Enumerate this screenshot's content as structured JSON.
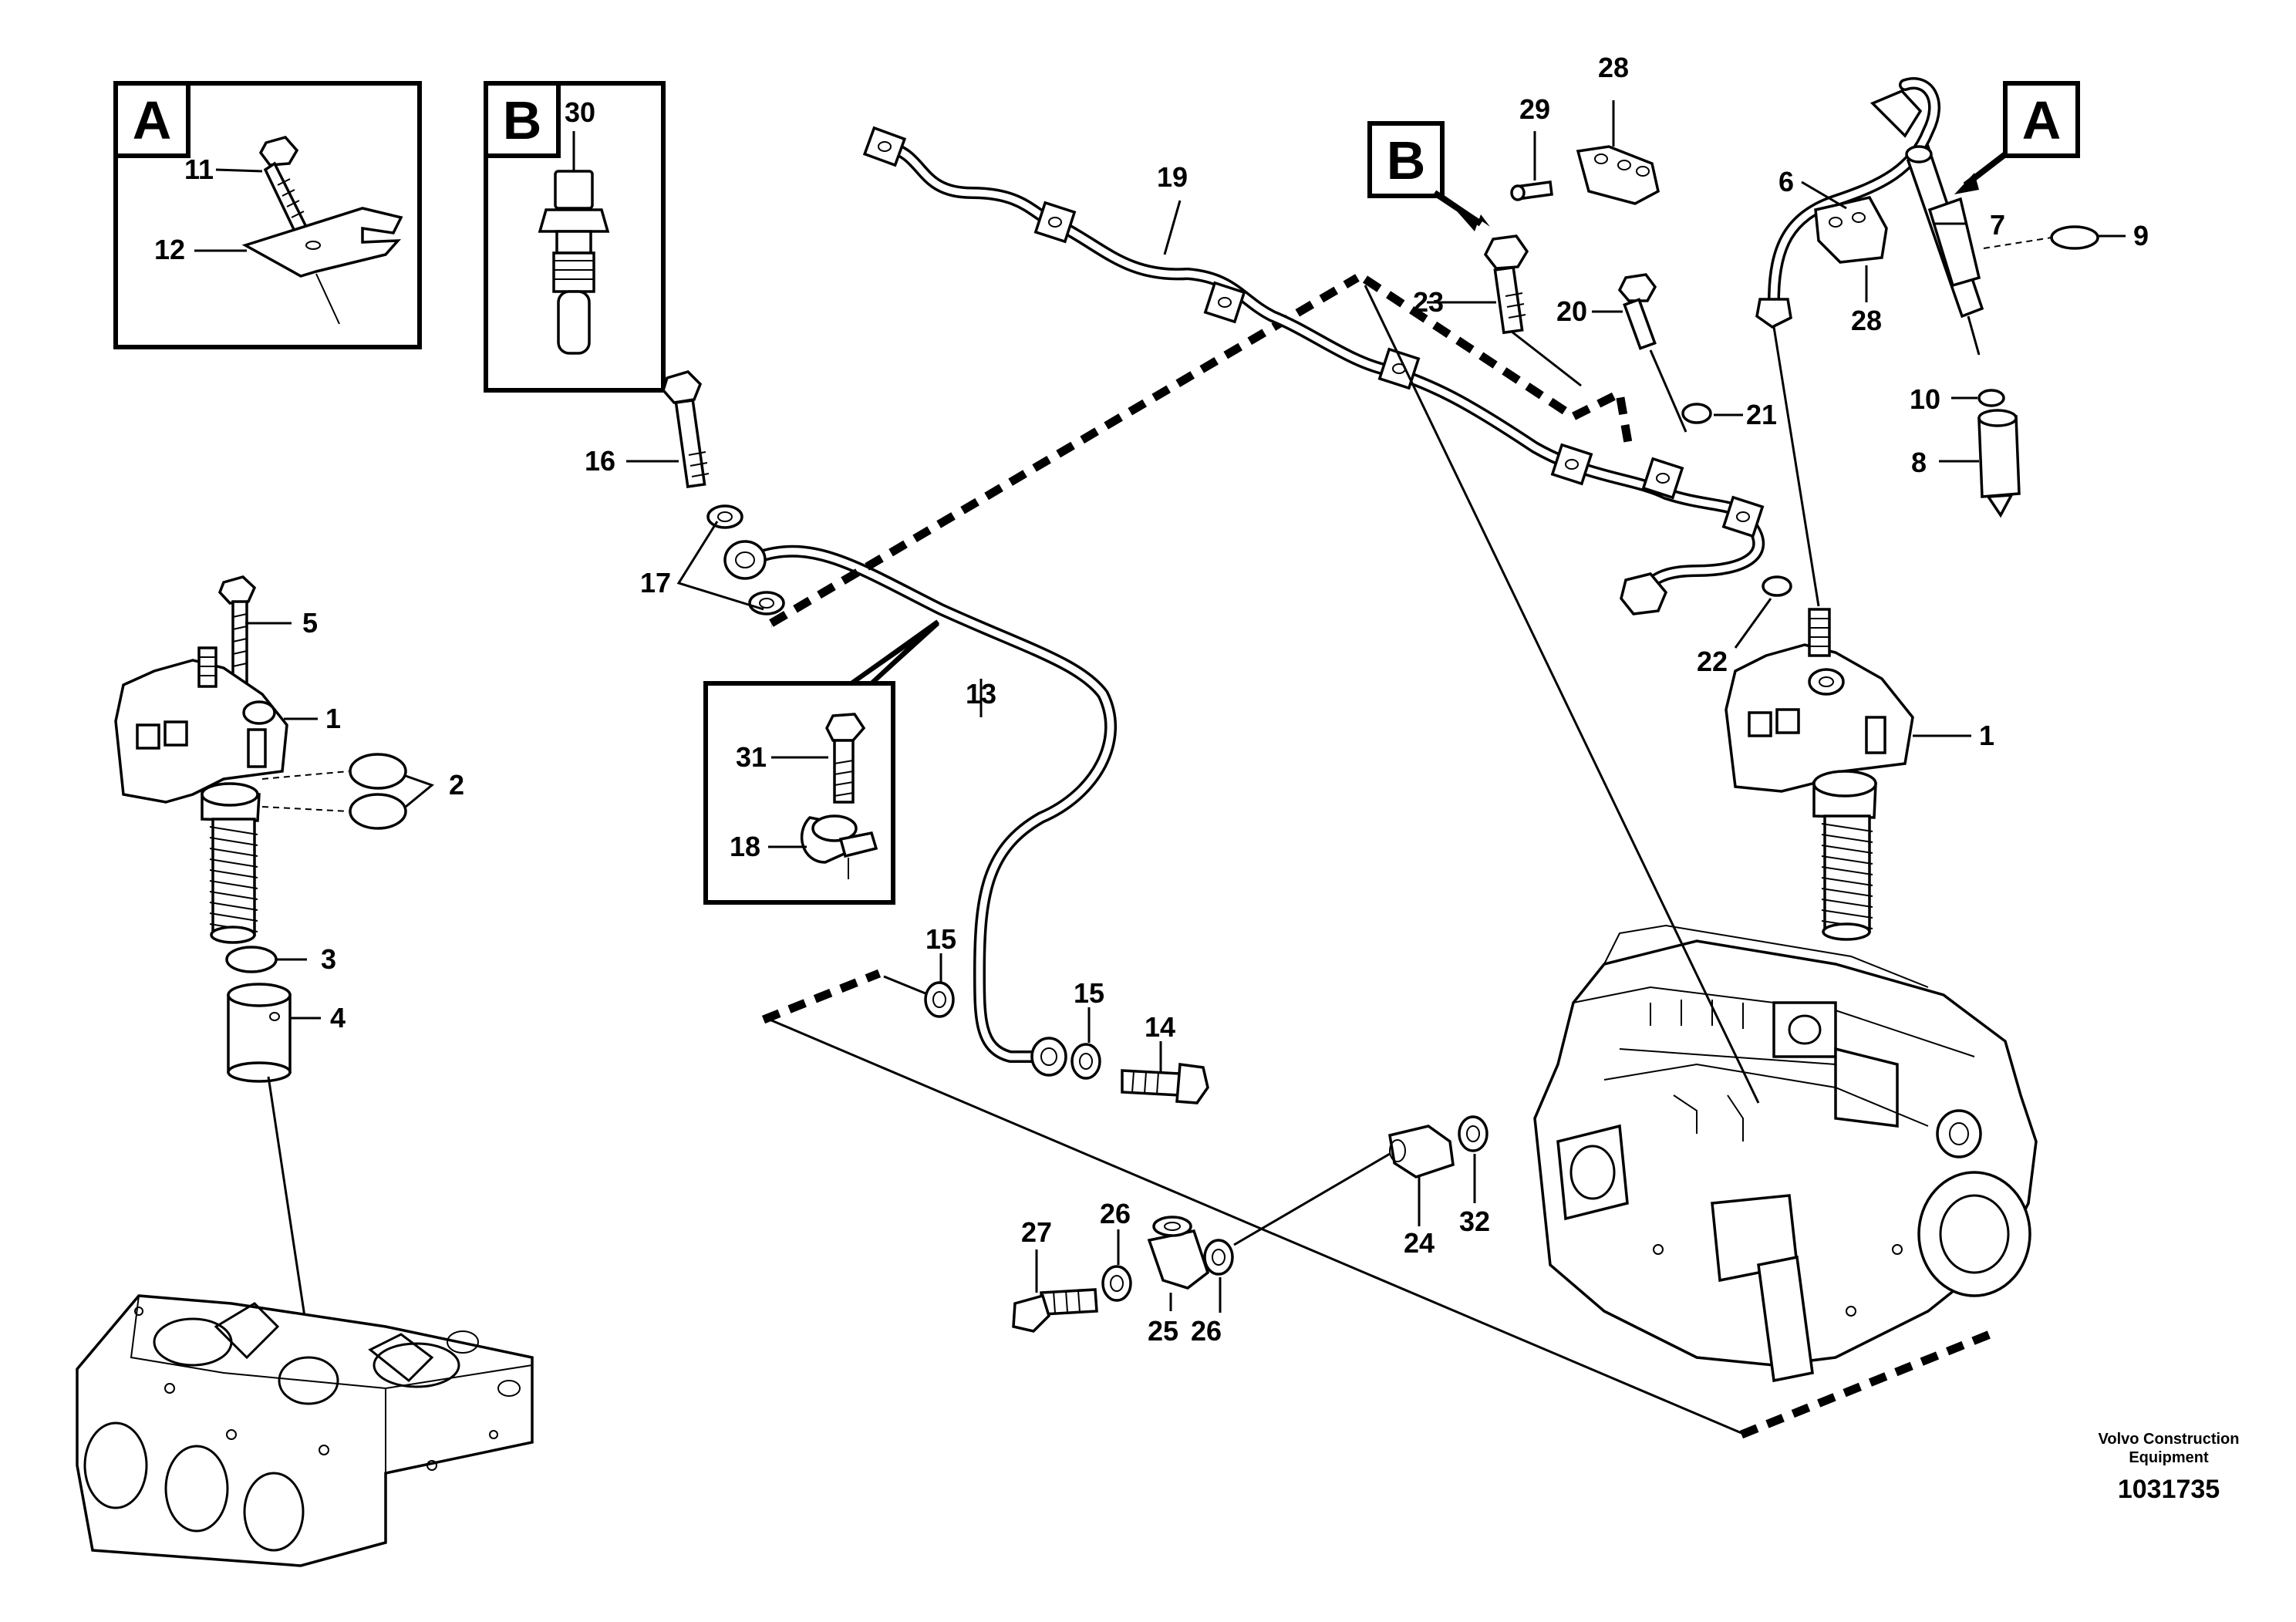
{
  "details": {
    "A_left": "A",
    "B_left": "B",
    "B_right": "B",
    "A_right": "A",
    "bottom_unlabeled": ""
  },
  "callouts": {
    "c11": "11",
    "c12": "12",
    "c30": "30",
    "c16": "16",
    "c17": "17",
    "c5": "5",
    "c1_left": "1",
    "c2": "2",
    "c3": "3",
    "c4": "4",
    "c13": "13",
    "c31": "31",
    "c18": "18",
    "c15_a": "15",
    "c15_b": "15",
    "c14": "14",
    "c19": "19",
    "c29": "29",
    "c28_top": "28",
    "c23": "23",
    "c20": "20",
    "c21": "21",
    "c22": "22",
    "c6": "6",
    "c7": "7",
    "c9": "9",
    "c28_bottom": "28",
    "c10": "10",
    "c8": "8",
    "c1_right": "1",
    "c27": "27",
    "c26_a": "26",
    "c26_b": "26",
    "c25": "25",
    "c24": "24",
    "c32": "32"
  },
  "footer": {
    "brand_line1": "Volvo Construction",
    "brand_line2": "Equipment",
    "drawing_number": "1031735"
  }
}
